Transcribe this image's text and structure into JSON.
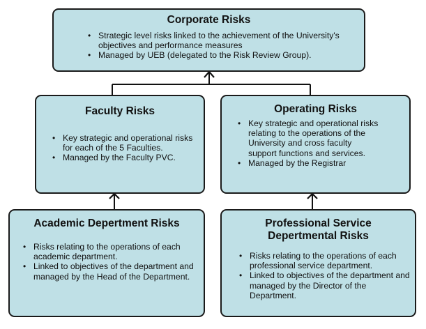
{
  "corporate": {
    "title": "Corporate Risks",
    "bullets": [
      "Strategic level risks linked to the achievement of the University's objectives and performance measures",
      "Managed by UEB (delegated to the Risk Review Group)."
    ]
  },
  "faculty": {
    "title": "Faculty Risks",
    "bullets": [
      "Key strategic and operational risks for each of the 5 Faculties.",
      "Managed by the Faculty PVC."
    ]
  },
  "operating": {
    "title": "Operating Risks",
    "bullets": [
      "Key strategic and operational risks relating to the operations of the University and cross faculty support functions and services.",
      "Managed by the Registrar"
    ]
  },
  "academic": {
    "title": "Academic Depertment Risks",
    "bullets": [
      "Risks relating to the operations of each academic department.",
      "Linked to objectives of the department and managed by the Head of the Department."
    ]
  },
  "professional": {
    "title_line1": "Professional Service",
    "title_line2": "Depertmental Risks",
    "bullets": [
      "Risks relating to the operations of each professional service department.",
      "Linked to objectives of the department and managed by the Director of the Department."
    ]
  }
}
